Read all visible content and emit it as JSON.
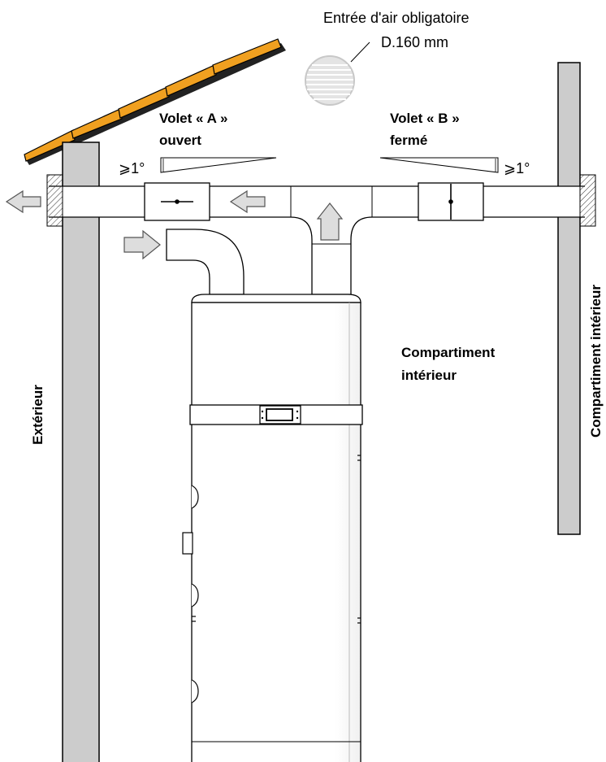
{
  "air_intake": {
    "label_line1": "Entrée d'air obligatoire",
    "label_line2": "D.160 mm"
  },
  "damper_a": {
    "label_line1": "Volet « A »",
    "label_line2": "ouvert",
    "slope": "⩾1°"
  },
  "damper_b": {
    "label_line1": "Volet « B »",
    "label_line2": "fermé",
    "slope": "⩾1°"
  },
  "exterior": {
    "label": "Extérieur"
  },
  "interior_center": {
    "label_line1": "Compartiment",
    "label_line2": "intérieur"
  },
  "interior_right": {
    "label": "Compartiment intérieur"
  },
  "colors": {
    "roof_tile": "#f0a020",
    "wall": "#cccccc",
    "duct": "#ffffff",
    "arrow": "#dddddd",
    "grille": "#d9d9d9",
    "outline": "#000000"
  },
  "icons": [
    "roof-icon",
    "air-grille-icon",
    "flow-arrow-icon",
    "damper-open-icon",
    "damper-closed-icon",
    "heat-pump-icon",
    "control-panel-icon"
  ]
}
